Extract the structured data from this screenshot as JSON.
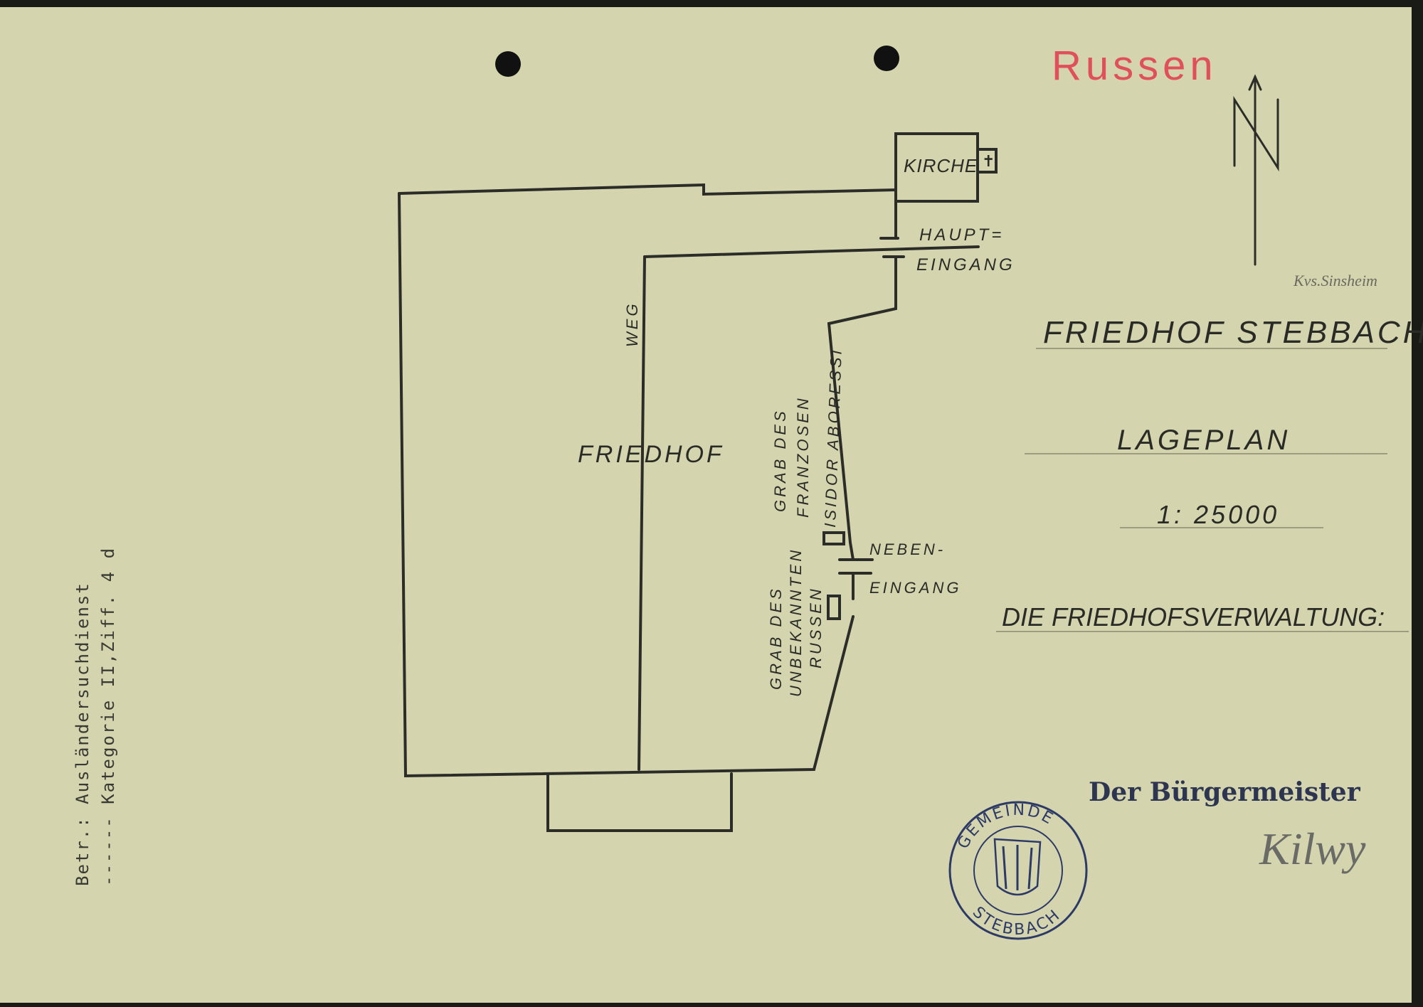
{
  "annotation_red": "Russen",
  "annotation_pencil": "Kvs.Sinsheim",
  "title": "FRIEDHOF STEBBACH",
  "subtitle": "LAGEPLAN",
  "scale": "1: 25000",
  "authority": "DIE FRIEDHOFSVERWALTUNG:",
  "signature_block": {
    "title": "Der Bürgermeister",
    "signature": "Kilwy",
    "stamp_top": "GEMEINDE",
    "stamp_bottom": "STEBBACH"
  },
  "reference": {
    "line1": "Betr.: Ausländersuchdienst",
    "line2": "------ Kategorie II,Ziff. 4 d"
  },
  "map": {
    "church": "KIRCHE",
    "main_entrance_1": "HAUPT=",
    "main_entrance_2": "EINGANG",
    "path": "WEG",
    "cemetery": "FRIEDHOF",
    "side_entrance_1": "NEBEN-",
    "side_entrance_2": "EINGANG",
    "french_grave_1": "GRAB DES",
    "french_grave_2": "FRANZOSEN",
    "french_grave_3": "ISIDOR ABORESSI",
    "russian_grave_1": "GRAB DES",
    "russian_grave_2": "UNBEKANNTEN",
    "russian_grave_3": "RUSSEN"
  },
  "colors": {
    "paper": "#d4d5ae",
    "ink": "#2c2c28",
    "red": "#e0505c",
    "stamp": "#2e3a66"
  }
}
